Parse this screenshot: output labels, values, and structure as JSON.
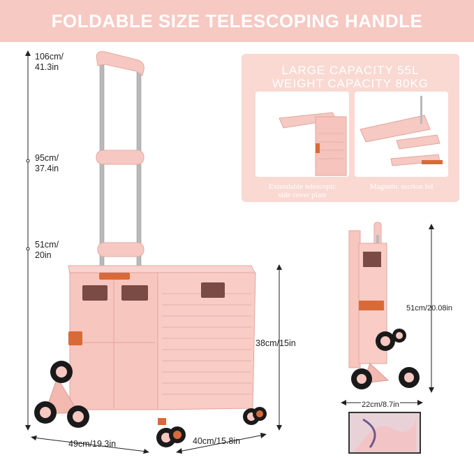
{
  "banner": {
    "title": "FOLDABLE SIZE TELESCOPING HANDLE"
  },
  "heights": {
    "h106": {
      "a": "106cm/",
      "b": "41.3in"
    },
    "h95": {
      "a": "95cm/",
      "b": "37.4in"
    },
    "h51": {
      "a": "51cm/",
      "b": "20in"
    }
  },
  "box_height": "38cm/15in",
  "width_label": "49cm/19.3in",
  "depth_label": "40cm/15.8in",
  "panel": {
    "title_line1": "LARGE CAPACITY 55L",
    "title_line2": "WEIGHT CAPACITY 80KG",
    "caption_left_1": "Extendable telescopic",
    "caption_left_2": "side cover plate",
    "caption_right": "Magnetic suction lid"
  },
  "folded": {
    "height_label": "51cm/20.08in",
    "width_label": "22cm/8.7in"
  },
  "colors": {
    "banner": "#f6c9c3",
    "cart_pink": "#f7c8c2",
    "accent_orange": "#d86a3a",
    "wheel_black": "#1a1a1a"
  }
}
